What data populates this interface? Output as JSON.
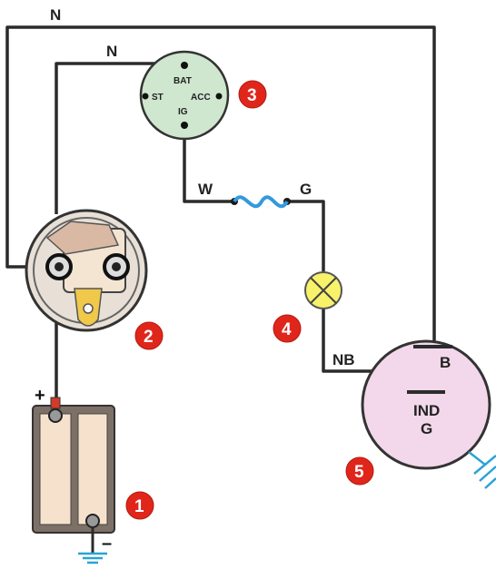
{
  "wires": {
    "n_outer": "N",
    "n_inner": "N",
    "w": "W",
    "g": "G",
    "nb": "NB"
  },
  "switch_terminals": {
    "bat": "BAT",
    "st": "ST",
    "acc": "ACC",
    "ig": "IG"
  },
  "alternator": {
    "b": "B",
    "ind": "IND",
    "g": "G"
  },
  "battery": {
    "plus": "+",
    "minus": "–"
  },
  "badges": [
    "1",
    "2",
    "3",
    "4",
    "5"
  ],
  "colors": {
    "wire": "#2b2b2b",
    "fuse": "#3399dd",
    "badge": "#e0261a",
    "lamp": "#f7f26a",
    "switch_body": "#cfe6cf",
    "alternator_body": "#f2d8ea",
    "battery_body": "#f6e2cc",
    "ground": "#2aa3d6"
  }
}
